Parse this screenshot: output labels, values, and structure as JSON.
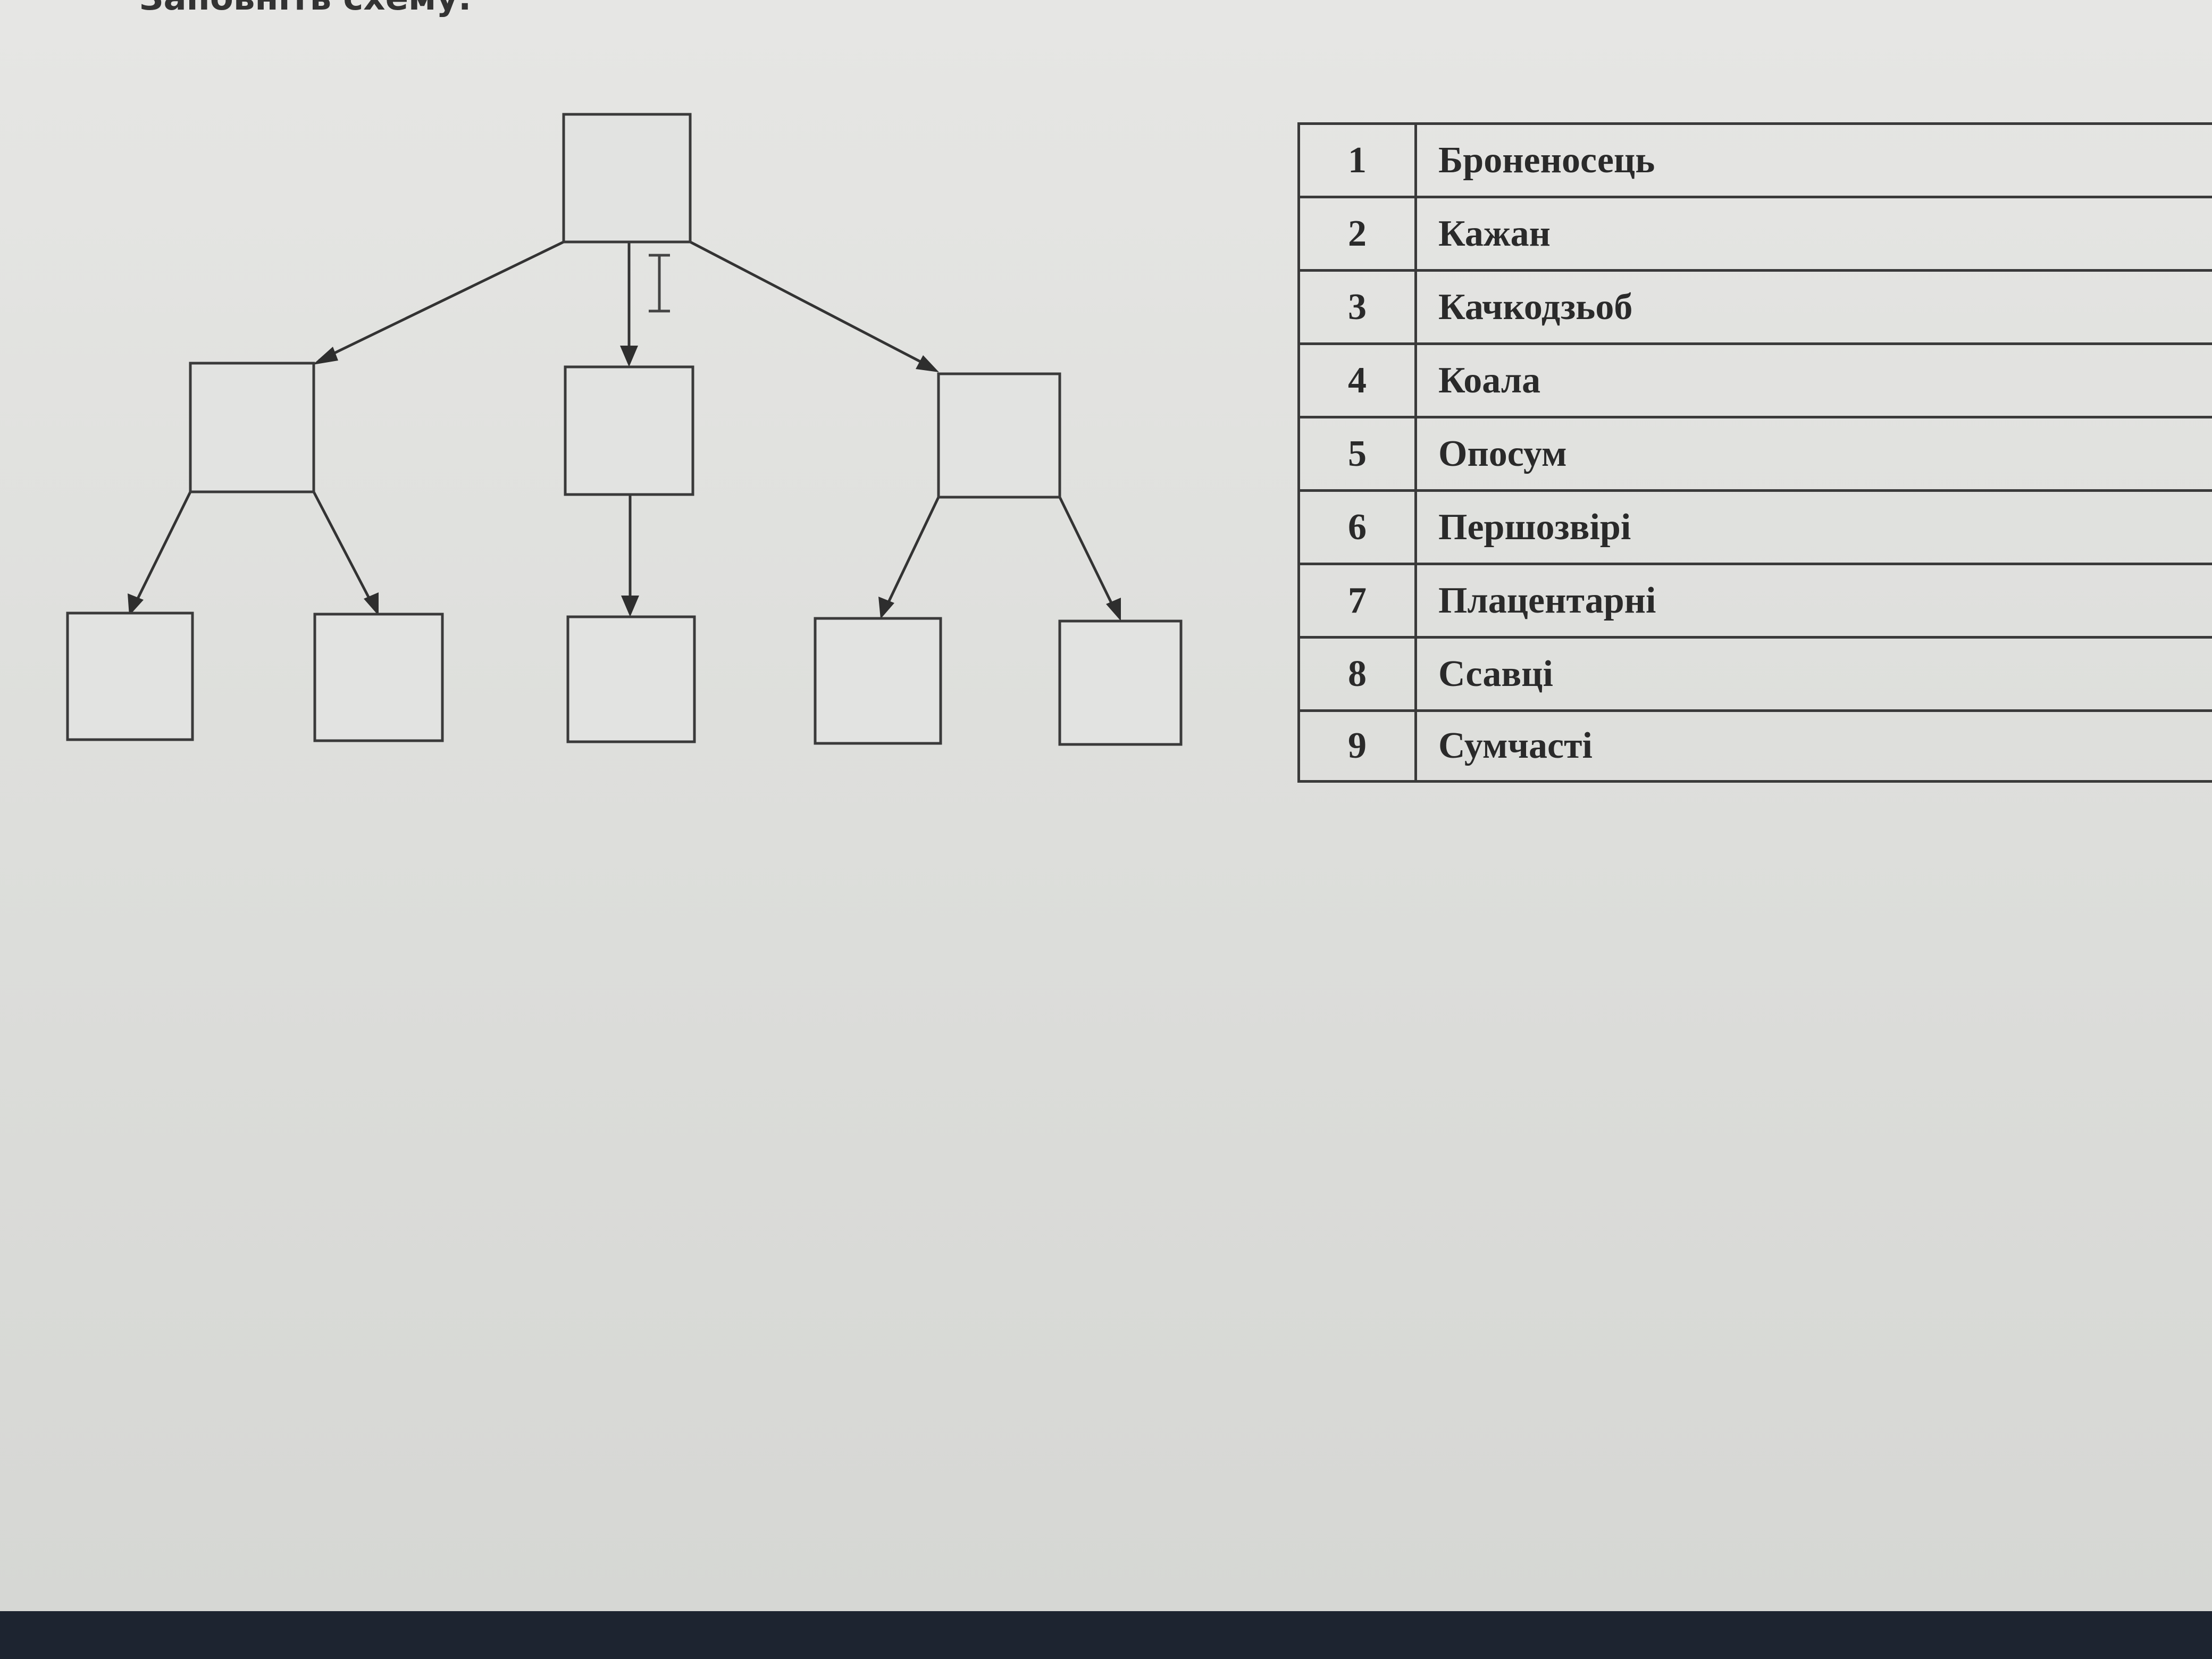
{
  "heading": "Заповніть схему.",
  "diagram": {
    "boxes": [
      "root",
      "left-mid",
      "center-mid",
      "right-mid",
      "leaf-1",
      "leaf-2",
      "leaf-3",
      "leaf-4",
      "leaf-5"
    ]
  },
  "table": {
    "rows": [
      {
        "num": "1",
        "name": "Броненосець"
      },
      {
        "num": "2",
        "name": "Кажан"
      },
      {
        "num": "3",
        "name": "Качкодзьоб"
      },
      {
        "num": "4",
        "name": "Коала"
      },
      {
        "num": "5",
        "name": "Опосум"
      },
      {
        "num": "6",
        "name": "Першозвірі"
      },
      {
        "num": "7",
        "name": "Плацентарні"
      },
      {
        "num": "8",
        "name": "Ссавці"
      },
      {
        "num": "9",
        "name": "Сумчасті"
      }
    ]
  },
  "cursor_icon": "text-cursor-icon",
  "colors": {
    "taskbar": "#1d2430",
    "background": "#e0e1df"
  }
}
